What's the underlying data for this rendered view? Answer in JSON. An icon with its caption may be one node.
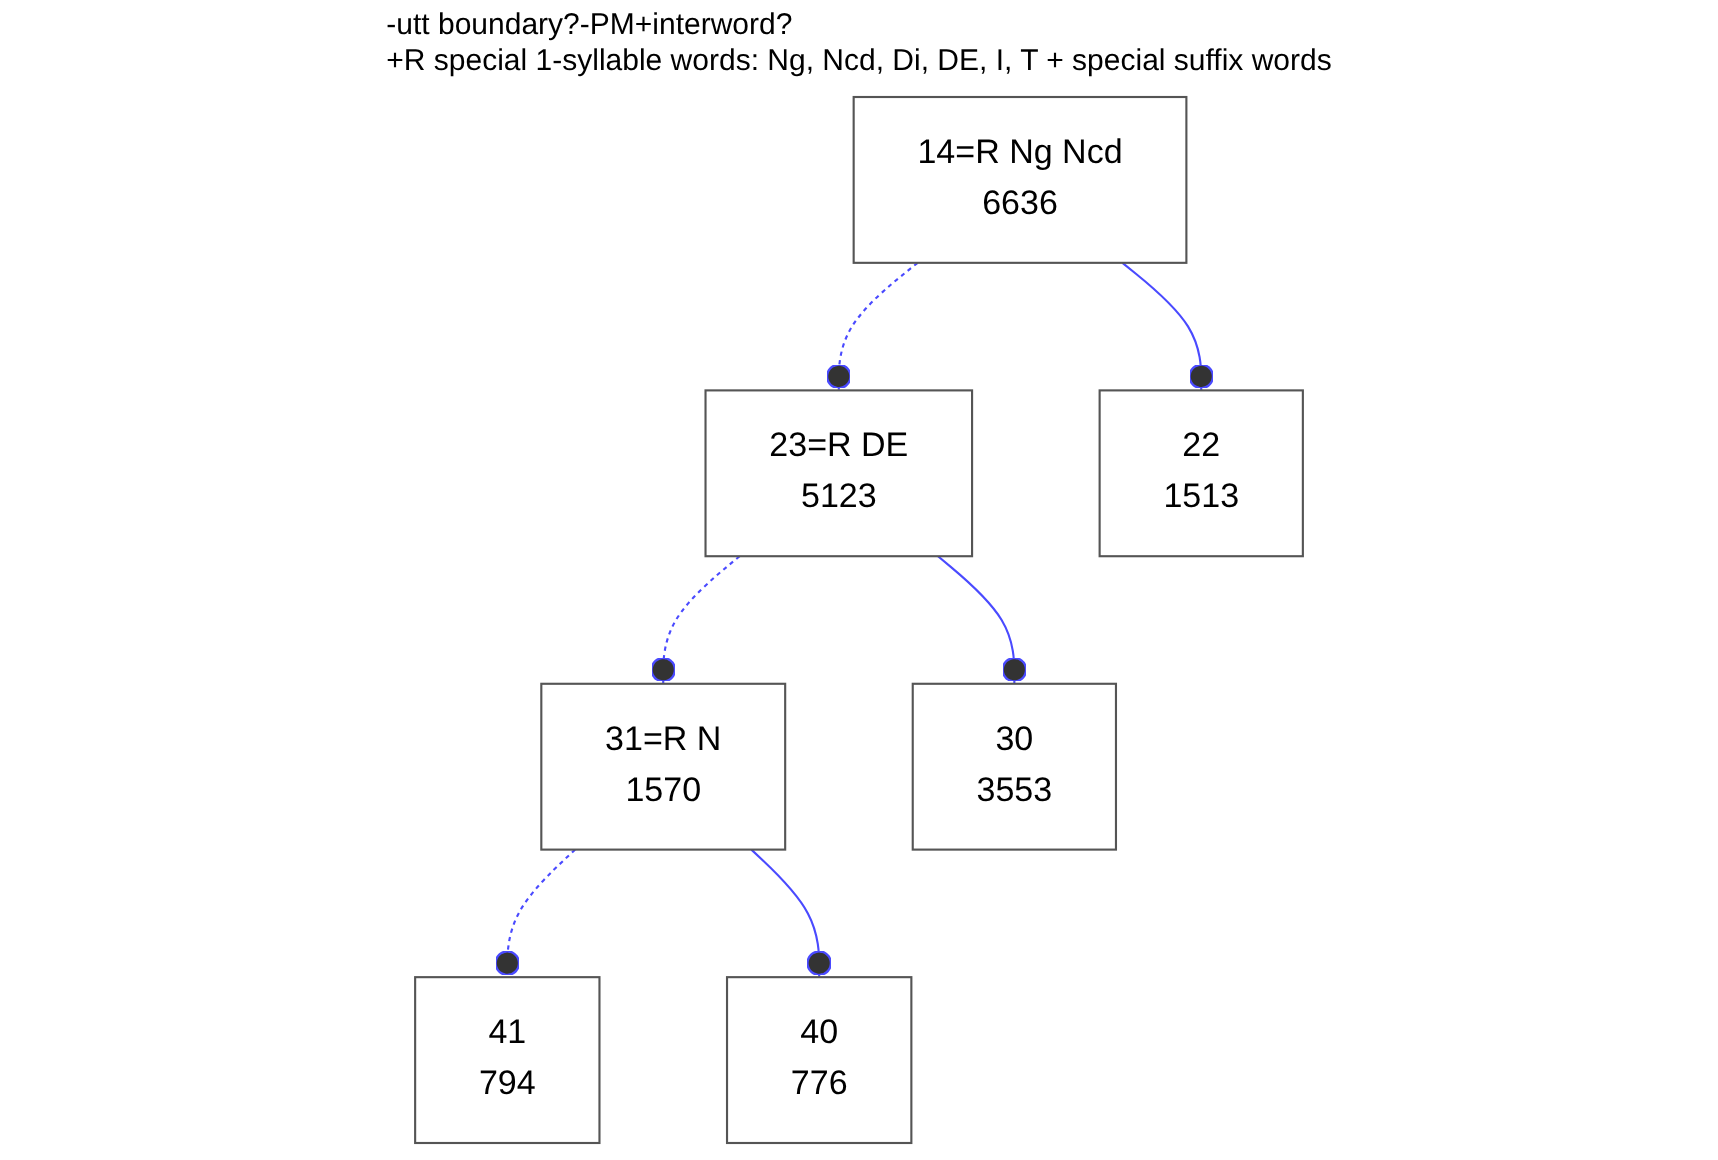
{
  "diagram": {
    "nodes": [
      {
        "text": [
          "14=R Ng Ncd",
          "6636"
        ]
      },
      {
        "text": [
          "23=R DE",
          "5123"
        ]
      },
      {
        "text": [
          "22",
          "1513"
        ]
      },
      {
        "text": [
          "31=R N",
          "1570"
        ]
      },
      {
        "text": [
          "30",
          "3553"
        ]
      },
      {
        "text": [
          "41",
          "794"
        ]
      },
      {
        "text": [
          "40",
          "776"
        ]
      }
    ],
    "edges": [
      {
        "from": 0,
        "to": 1,
        "arrow": "other",
        "style": "dashed"
      },
      {
        "from": 0,
        "to": 2,
        "arrow": "other"
      },
      {
        "from": 1,
        "to": 3,
        "arrow": "other",
        "style": "dashed"
      },
      {
        "from": 1,
        "to": 4,
        "arrow": "other"
      },
      {
        "from": 3,
        "to": 5,
        "arrow": "other",
        "style": "dashed"
      },
      {
        "from": 3,
        "to": 6,
        "arrow": "other"
      }
    ],
    "labels": [
      "-utt boundary?-PM+interword?",
      "+R special 1-syllable words: Ng, Ncd, Di, DE, I, T + special suffix words"
    ]
  }
}
